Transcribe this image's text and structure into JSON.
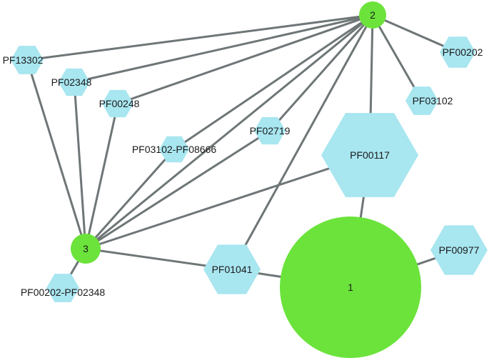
{
  "diagram": {
    "nodes": [
      {
        "id": "1",
        "label": "1",
        "shape": "circle",
        "color": "#6be33b"
      },
      {
        "id": "2",
        "label": "2",
        "shape": "circle",
        "color": "#6be33b"
      },
      {
        "id": "3",
        "label": "3",
        "shape": "circle",
        "color": "#6be33b"
      },
      {
        "id": "PF13302",
        "label": "PF13302",
        "shape": "hexagon",
        "color": "#a8e6f0"
      },
      {
        "id": "PF02348",
        "label": "PF02348",
        "shape": "hexagon",
        "color": "#a8e6f0"
      },
      {
        "id": "PF00248",
        "label": "PF00248",
        "shape": "hexagon",
        "color": "#a8e6f0"
      },
      {
        "id": "PF03102-PF08666",
        "label": "PF03102-PF08666",
        "shape": "hexagon",
        "color": "#a8e6f0"
      },
      {
        "id": "PF02719",
        "label": "PF02719",
        "shape": "hexagon",
        "color": "#a8e6f0"
      },
      {
        "id": "PF00202",
        "label": "PF00202",
        "shape": "hexagon",
        "color": "#a8e6f0"
      },
      {
        "id": "PF03102",
        "label": "PF03102",
        "shape": "hexagon",
        "color": "#a8e6f0"
      },
      {
        "id": "PF00117",
        "label": "PF00117",
        "shape": "hexagon",
        "color": "#a8e6f0"
      },
      {
        "id": "PF01041",
        "label": "PF01041",
        "shape": "hexagon",
        "color": "#a8e6f0"
      },
      {
        "id": "PF00977",
        "label": "PF00977",
        "shape": "hexagon",
        "color": "#a8e6f0"
      },
      {
        "id": "PF00202-PF02348",
        "label": "PF00202-PF02348",
        "shape": "hexagon",
        "color": "#a8e6f0"
      }
    ],
    "edges": [
      [
        "2",
        "PF13302"
      ],
      [
        "2",
        "PF02348"
      ],
      [
        "2",
        "PF00248"
      ],
      [
        "2",
        "PF03102-PF08666"
      ],
      [
        "2",
        "PF02719"
      ],
      [
        "2",
        "PF00202"
      ],
      [
        "2",
        "PF03102"
      ],
      [
        "2",
        "PF00117"
      ],
      [
        "2",
        "PF01041"
      ],
      [
        "2",
        "3"
      ],
      [
        "3",
        "PF13302"
      ],
      [
        "3",
        "PF02348"
      ],
      [
        "3",
        "PF00248"
      ],
      [
        "3",
        "PF03102-PF08666"
      ],
      [
        "3",
        "PF02719"
      ],
      [
        "3",
        "PF00117"
      ],
      [
        "3",
        "PF01041"
      ],
      [
        "3",
        "PF00202-PF02348"
      ],
      [
        "1",
        "PF01041"
      ],
      [
        "1",
        "PF00117"
      ],
      [
        "1",
        "PF00977"
      ]
    ]
  }
}
